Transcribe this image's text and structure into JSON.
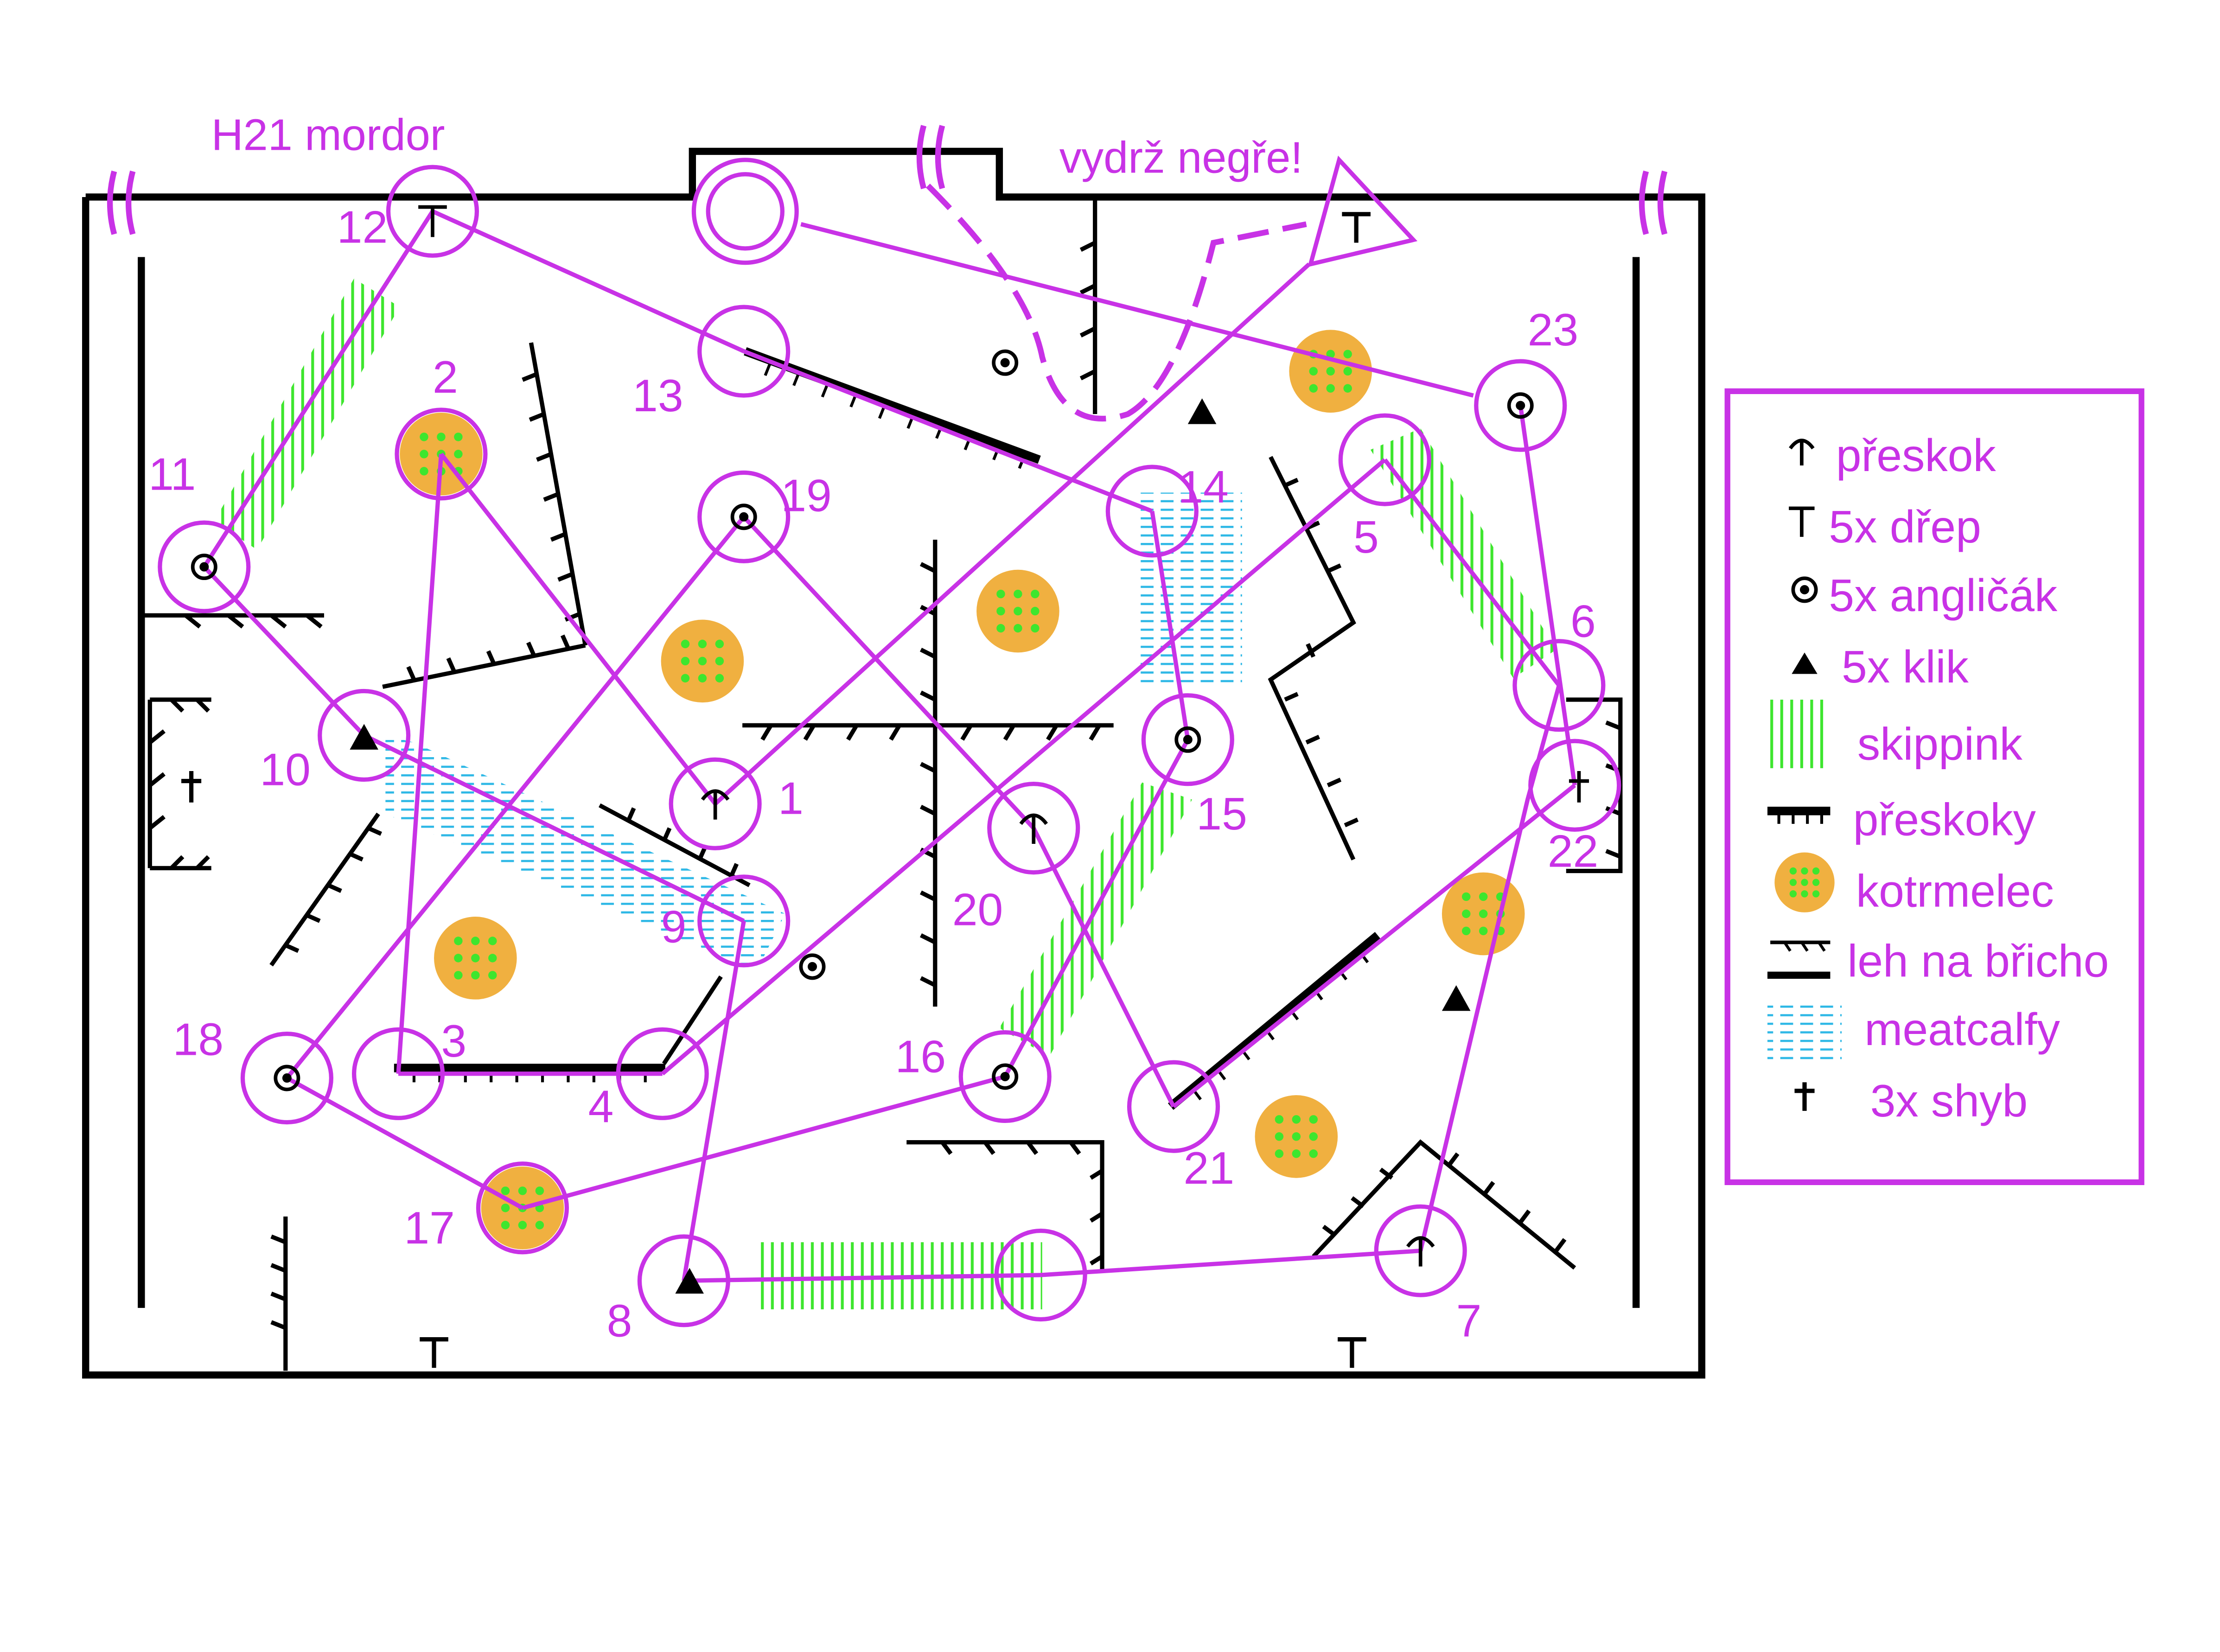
{
  "map": {
    "title": "H21 mordor",
    "note": "vydrž negře!",
    "colors": {
      "course": "#c832e6",
      "wall": "#000000",
      "skipping": "#3ee62e",
      "meatcalf": "#2eb8e6",
      "roll_fill": "#f0b040",
      "roll_dots": "#3ee62e"
    }
  },
  "legend": [
    {
      "symbol": "arrow-up-icon",
      "label": "přeskok"
    },
    {
      "symbol": "t-icon",
      "label": "5x dřep"
    },
    {
      "symbol": "dot-circle-icon",
      "label": "5x angličák"
    },
    {
      "symbol": "triangle-icon",
      "label": "5x klik"
    },
    {
      "symbol": "green-hatch-icon",
      "label": "skippink"
    },
    {
      "symbol": "hurdle-line-icon",
      "label": "přeskoky"
    },
    {
      "symbol": "roll-circle-icon",
      "label": "kotrmelec"
    },
    {
      "symbol": "crawl-line-icon",
      "label": "leh na břicho"
    },
    {
      "symbol": "blue-dash-icon",
      "label": "meatcalfy"
    },
    {
      "symbol": "cross-icon",
      "label": "3x shyb"
    }
  ],
  "controls": [
    {
      "number": "1"
    },
    {
      "number": "2"
    },
    {
      "number": "3"
    },
    {
      "number": "4"
    },
    {
      "number": "5"
    },
    {
      "number": "6"
    },
    {
      "number": "7"
    },
    {
      "number": "8"
    },
    {
      "number": "9"
    },
    {
      "number": "10"
    },
    {
      "number": "11"
    },
    {
      "number": "12"
    },
    {
      "number": "13"
    },
    {
      "number": "14"
    },
    {
      "number": "15"
    },
    {
      "number": "16"
    },
    {
      "number": "17"
    },
    {
      "number": "18"
    },
    {
      "number": "19"
    },
    {
      "number": "20"
    },
    {
      "number": "21"
    },
    {
      "number": "22"
    },
    {
      "number": "23"
    }
  ]
}
